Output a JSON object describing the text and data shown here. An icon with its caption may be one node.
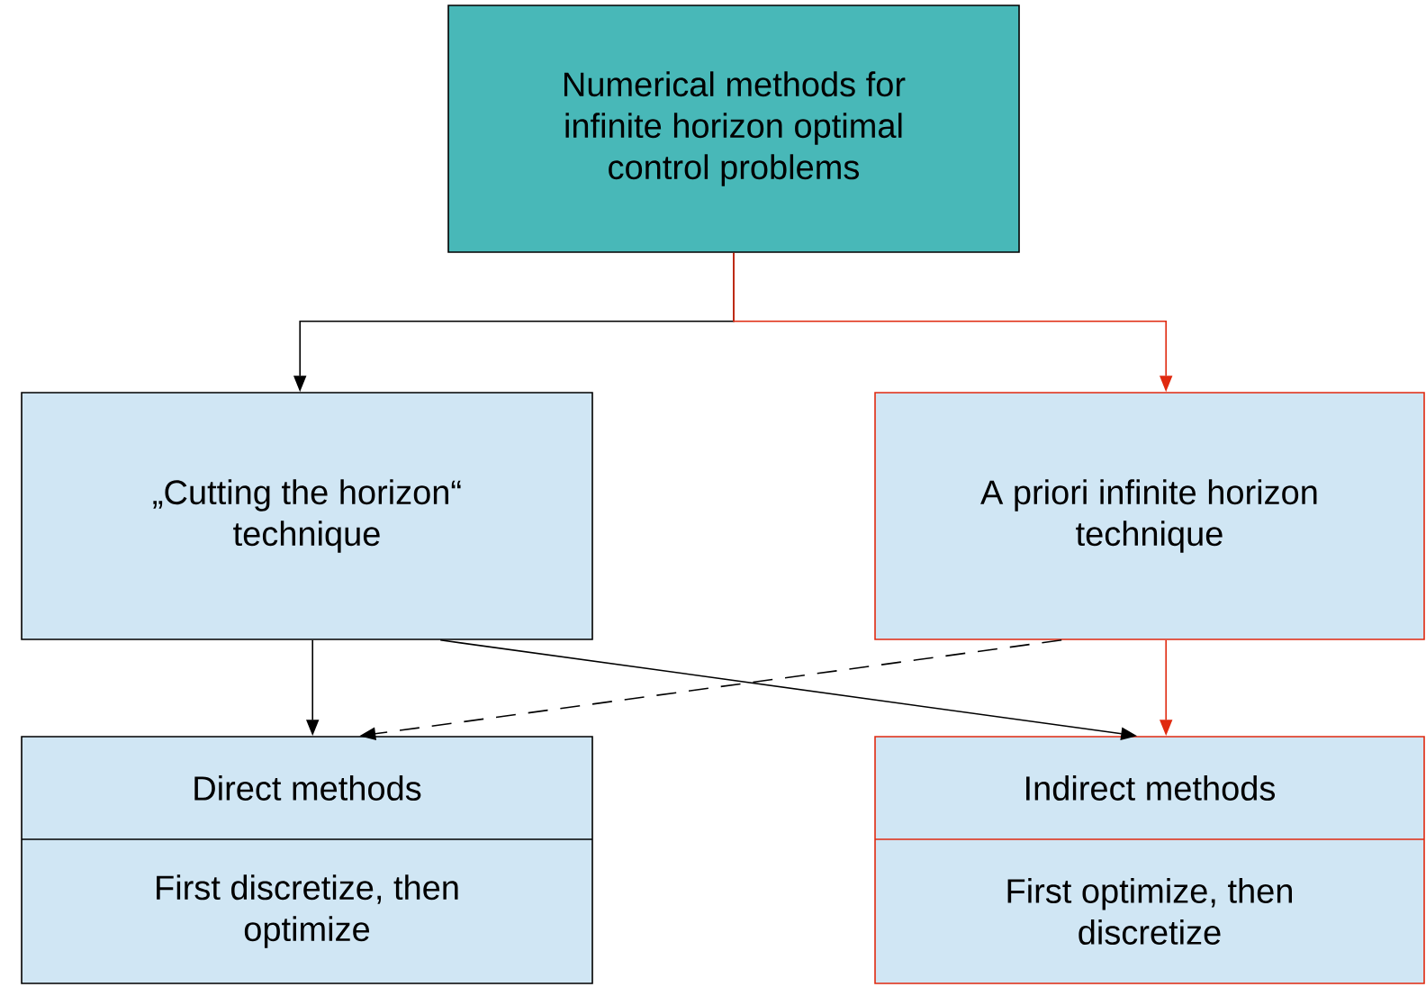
{
  "diagram": {
    "nodes": [
      {
        "text": [
          "Numerical methods for infinite horizon optimal control problems"
        ]
      },
      {
        "text": [
          "„Cutting the horizon“ technique"
        ]
      },
      {
        "text": [
          "A priori infinite horizon technique"
        ]
      },
      {
        "text": [
          "Direct methods",
          "First discretize, then optimize"
        ]
      },
      {
        "text": [
          "Indirect methods",
          "First optimize, then discretize"
        ]
      }
    ],
    "edges": [
      {
        "from": 0,
        "to": 1,
        "arrow": "to"
      },
      {
        "from": 0,
        "to": 2,
        "arrow": "to",
        "color": "#e02a10"
      },
      {
        "from": 1,
        "to": 3,
        "arrow": "to"
      },
      {
        "from": 1,
        "to": 4,
        "arrow": "to"
      },
      {
        "from": 2,
        "to": 3,
        "arrow": "to",
        "style": "dashed"
      },
      {
        "from": 2,
        "to": 4,
        "arrow": "to",
        "color": "#e02a10"
      }
    ]
  }
}
